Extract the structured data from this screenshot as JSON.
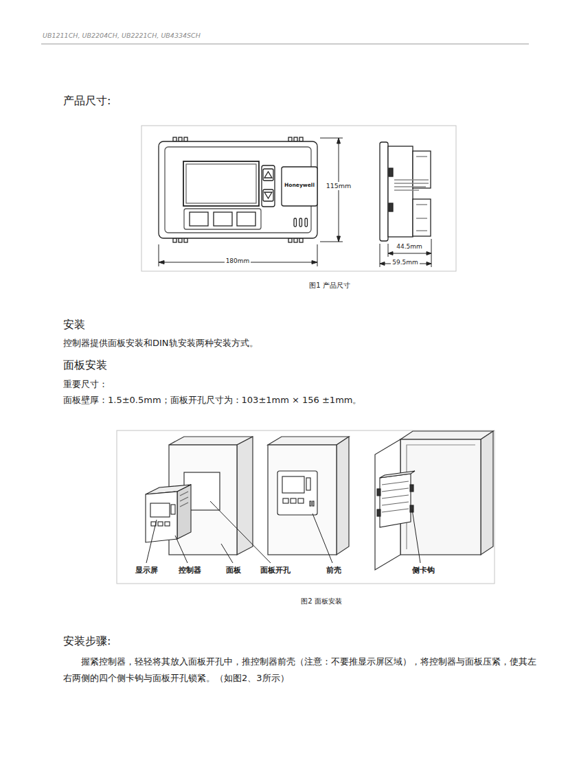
{
  "diagram": {
    "labels": [
      "UB1211CH, UB2204CH, UB2221CH, UB4334SCH",
      "产品尺寸:",
      "Honeywell",
      "115mm",
      "180mm",
      "44.5mm",
      "59.5mm",
      "图1 产品尺寸",
      "安装",
      "控制器提供面板安装和DIN轨安装两种安装方式。",
      "面板安装",
      "重要尺寸：",
      "面板壁厚：1.5±0.5mm；面板开孔尺寸为：103±1mm × 156 ±1mm。",
      "显示屏",
      "控制器",
      "面板",
      "面板开孔",
      "前壳",
      "侧卡钩",
      "图2 面板安装",
      "安装步骤:",
      "握紧控制器，轻轻将其放入面板开孔中，推控制器前壳（注意：不要推显示屏区域），将控制器与面板压紧，使其左右两侧的四个侧卡钩与面板开孔锁紧。（如图2、3所示）"
    ]
  }
}
